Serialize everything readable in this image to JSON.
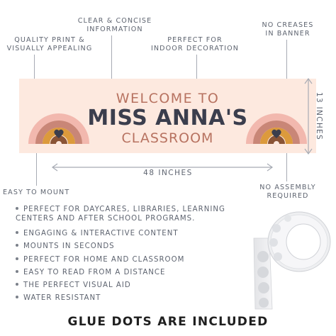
{
  "callouts": {
    "clear": "CLEAR & CONCISE\nINFORMATION",
    "quality": "QUALITY PRINT &\nVISUALLY APPEALING",
    "perfect_indoor": "PERFECT FOR\nINDOOR DECORATION",
    "no_creases": "NO CREASES\nIN BANNER",
    "easy_mount": "EASY TO MOUNT",
    "no_assembly": "NO ASSEMBLY\nREQUIRED"
  },
  "dimensions": {
    "width": "48 INCHES",
    "height": "13 INCHES"
  },
  "banner": {
    "line1": "WELCOME TO",
    "line2": "MISS ANNA'S",
    "line3": "CLASSROOM"
  },
  "features": [
    "PERFECT FOR DAYCARES, LIBRARIES, LEARNING CENTERS AND AFTER SCHOOL PROGRAMS.",
    "ENGAGING & INTERACTIVE CONTENT",
    "MOUNTS IN SECONDS",
    "PERFECT FOR HOME AND CLASSROOM",
    "EASY TO READ FROM A DISTANCE",
    "THE PERFECT VISUAL AID",
    "WATER RESISTANT"
  ],
  "footer": "GLUE DOTS ARE INCLUDED",
  "colors": {
    "banner_bg": "#fde9df",
    "accent_text": "#b77260",
    "dark_text": "#3b3e4d",
    "rainbow_pink": "#f2b8ae",
    "rainbow_rose": "#c98677",
    "rainbow_ochre": "#dc9a3c",
    "rainbow_brown": "#8a5436",
    "heart": "#3b3e4d"
  }
}
